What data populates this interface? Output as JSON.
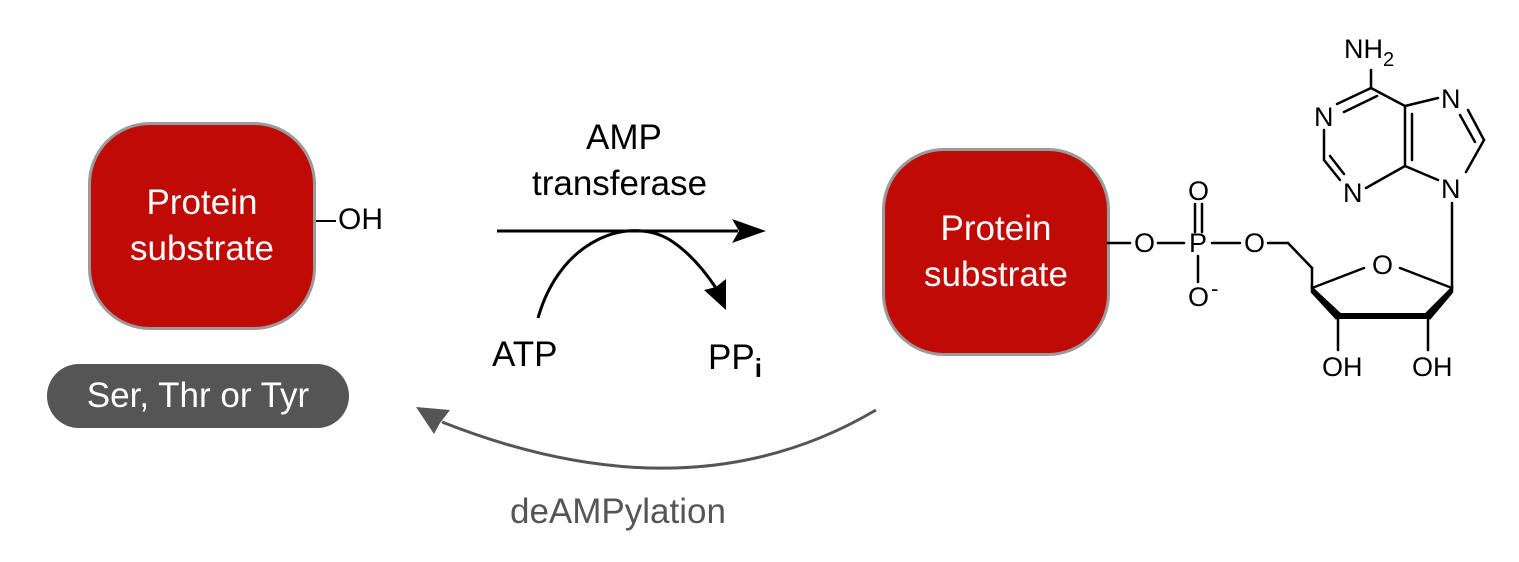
{
  "left_protein": {
    "line1": "Protein",
    "line2": "substrate",
    "hydroxyl": "OH"
  },
  "residue_badge": "Ser, Thr or Tyr",
  "forward": {
    "enzyme_line1": "AMP",
    "enzyme_line2": "transferase",
    "reactant": "ATP",
    "product_main": "PP",
    "product_sub": "i"
  },
  "reverse": {
    "label": "deAMPylation"
  },
  "right_protein": {
    "line1": "Protein",
    "line2": "substrate"
  },
  "amp": {
    "bridge_o1": "O",
    "phosphorus": "P",
    "bridge_o2": "O",
    "oxo_o": "O",
    "anion_o": "O",
    "charge": "-",
    "ring_o": "O",
    "oh_left": "OH",
    "oh_right": "OH",
    "amine_main": "NH",
    "amine_sub": "2",
    "n1": "N",
    "n3": "N",
    "n7": "N",
    "n9": "N"
  },
  "colors": {
    "protein_fill": "#c00a06",
    "protein_border": "#9a9a9a",
    "badge_fill": "#555555",
    "reverse_arrow": "#555555"
  }
}
